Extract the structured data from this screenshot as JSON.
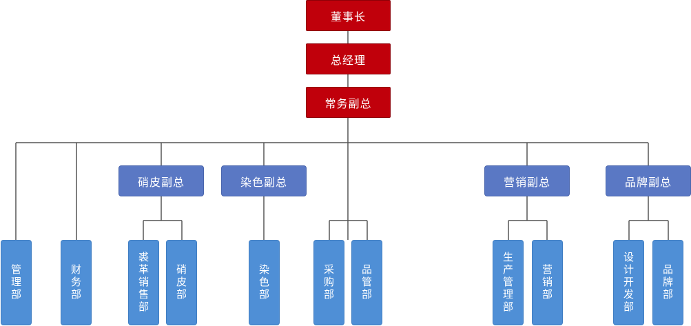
{
  "top": {
    "chairman": "董事长",
    "gm": "总经理",
    "evp": "常务副总"
  },
  "vps": {
    "xiaopi": "硝皮副总",
    "ranse": "染色副总",
    "yingxiao": "营销副总",
    "pinpai": "品牌副总"
  },
  "depts": {
    "guanli": "管理部",
    "caiwu": "财务部",
    "qiuge": "裘革销售部",
    "xiaopi": "硝皮部",
    "ranse": "染色部",
    "caigou": "采购部",
    "pinguan": "品管部",
    "shengchan": "生产管理部",
    "yingxiao": "营销部",
    "sheji": "设计开发部",
    "pinpai": "品牌部"
  },
  "colors": {
    "executive": "#c0000b",
    "vice_president": "#5a78c4",
    "department": "#4f8fd6",
    "connector": "#555555"
  }
}
